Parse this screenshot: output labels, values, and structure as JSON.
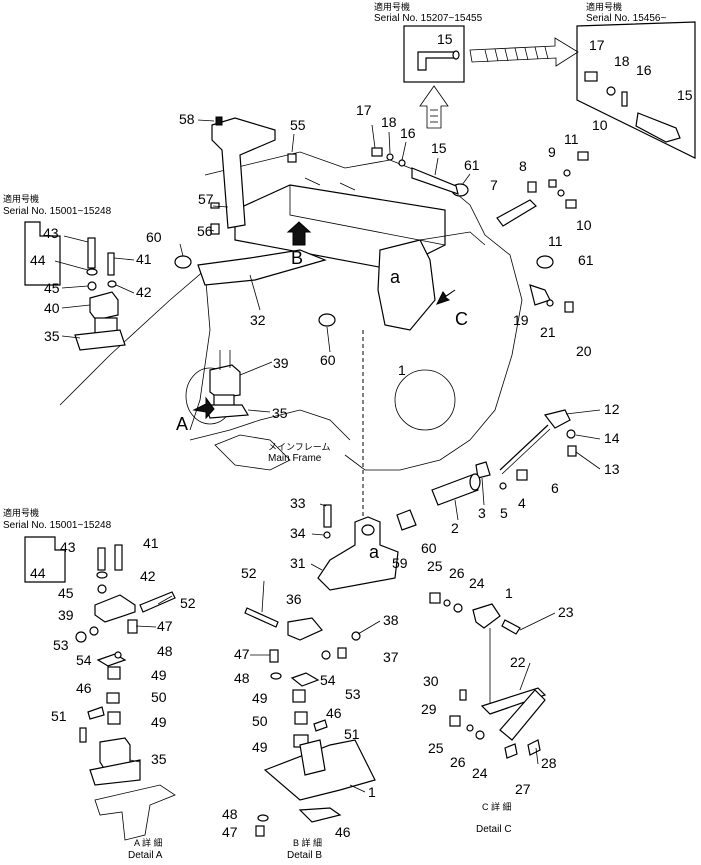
{
  "serial_notes": {
    "top_middle": {
      "jp": "適用号機",
      "en": "Serial  No. 15207~15455"
    },
    "top_right": {
      "jp": "適用号機",
      "en": "Serial  No. 15456~"
    },
    "left_upper": {
      "jp": "適用号機",
      "en": "Serial  No. 15001~15248"
    },
    "left_lower": {
      "jp": "適用号機",
      "en": "Serial  No. 15001~15248"
    }
  },
  "main_frame": {
    "jp": "メインフレーム",
    "en": "Main  Frame"
  },
  "details": {
    "a": {
      "jp": "A 詳 細",
      "en": "Detail A"
    },
    "b": {
      "jp": "B 詳 細",
      "en": "Detail B"
    },
    "c": {
      "jp": "C 詳 細",
      "en": "Detail C"
    }
  },
  "view_letters": {
    "A": "A",
    "B": "B",
    "C": "C",
    "a1": "a",
    "a2": "a"
  },
  "callouts": {
    "c15a": "15",
    "c17a": "17",
    "c18a": "18",
    "c16a": "16",
    "c15b": "15",
    "c58": "58",
    "c55": "55",
    "c17b": "17",
    "c18b": "18",
    "c16b": "16",
    "c15c": "15",
    "c61a": "61",
    "c9": "9",
    "c11a": "11",
    "c10a": "10",
    "c8": "8",
    "c7": "7",
    "c10b": "10",
    "c11b": "11",
    "c61b": "61",
    "c57": "57",
    "c56": "56",
    "c60a": "60",
    "c32": "32",
    "c19": "19",
    "c21": "21",
    "c20": "20",
    "c43a": "43",
    "c44a": "44",
    "c41a": "41",
    "c45a": "45",
    "c42a": "42",
    "c40": "40",
    "c35a": "35",
    "c60b": "60",
    "c39a": "39",
    "c35b": "35",
    "c1a": "1",
    "c12": "12",
    "c14": "14",
    "c13": "13",
    "c6": "6",
    "c4": "4",
    "c5": "5",
    "c3": "3",
    "c2": "2",
    "c60c": "60",
    "c33": "33",
    "c34": "34",
    "c31": "31",
    "c59": "59",
    "c43b": "43",
    "c41b": "41",
    "c44b": "44",
    "c42b": "42",
    "c45b": "45",
    "c39b": "39",
    "c52a": "52",
    "c47a": "47",
    "c48a": "48",
    "c53a": "53",
    "c54a": "54",
    "c46a": "46",
    "c49a": "49",
    "c50a": "50",
    "c51a": "51",
    "c49b": "49",
    "c35c": "35",
    "c52b": "52",
    "c36": "36",
    "c38": "38",
    "c47b": "47",
    "c37": "37",
    "c48b": "48",
    "c54b": "54",
    "c53b": "53",
    "c49c": "49",
    "c46b": "46",
    "c50b": "50",
    "c51b": "51",
    "c49d": "49",
    "c1b": "1",
    "c48c": "48",
    "c47c": "47",
    "c46c": "46",
    "c25a": "25",
    "c26a": "26",
    "c24a": "24",
    "c1c": "1",
    "c23": "23",
    "c22": "22",
    "c30": "30",
    "c29": "29",
    "c25b": "25",
    "c26b": "26",
    "c24b": "24",
    "c28": "28",
    "c27": "27"
  }
}
